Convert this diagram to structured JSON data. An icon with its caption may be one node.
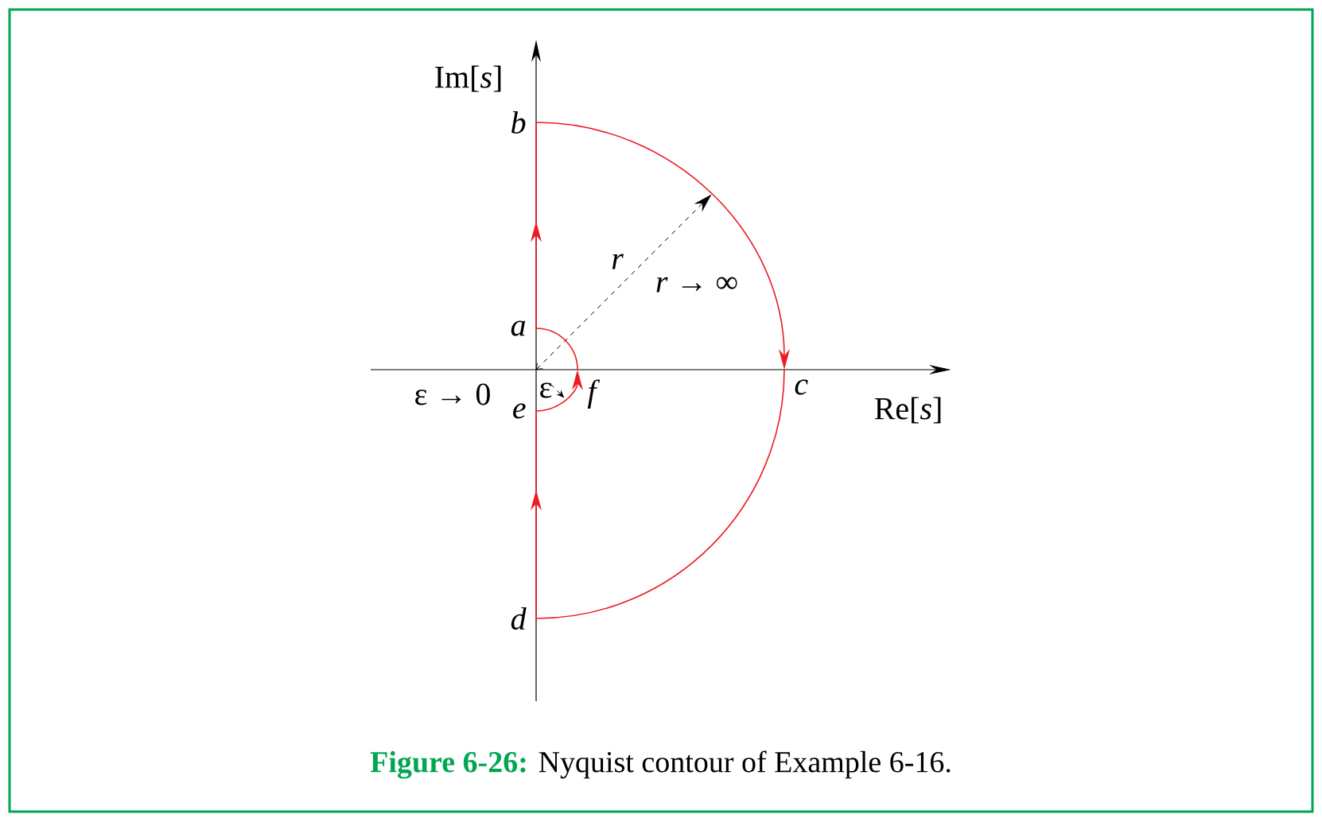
{
  "diagram": {
    "caption": "**Figure 6-26:** Nyquist contour of Example 6-16.",
    "nodes": [
      {
        "text": [
          "b"
        ]
      },
      {
        "text": [
          "a"
        ]
      },
      {
        "text": [
          "f"
        ]
      },
      {
        "text": [
          "e"
        ]
      },
      {
        "text": [
          "c"
        ]
      },
      {
        "text": [
          "d"
        ]
      }
    ],
    "edges": [
      {
        "from": 1,
        "to": 0,
        "arrow": "to"
      },
      {
        "from": 0,
        "to": 4,
        "arrow": "to"
      },
      {
        "from": 4,
        "to": 5,
        "arrow": "none"
      },
      {
        "from": 5,
        "to": 3,
        "arrow": "to"
      },
      {
        "from": 3,
        "to": 2,
        "arrow": "to"
      },
      {
        "from": 2,
        "to": 1,
        "arrow": "none"
      }
    ],
    "labels": [
      "Im[*s*]",
      "r",
      "*r* → ∞",
      "ε → 0",
      "ε",
      "Re[*s*]"
    ]
  }
}
